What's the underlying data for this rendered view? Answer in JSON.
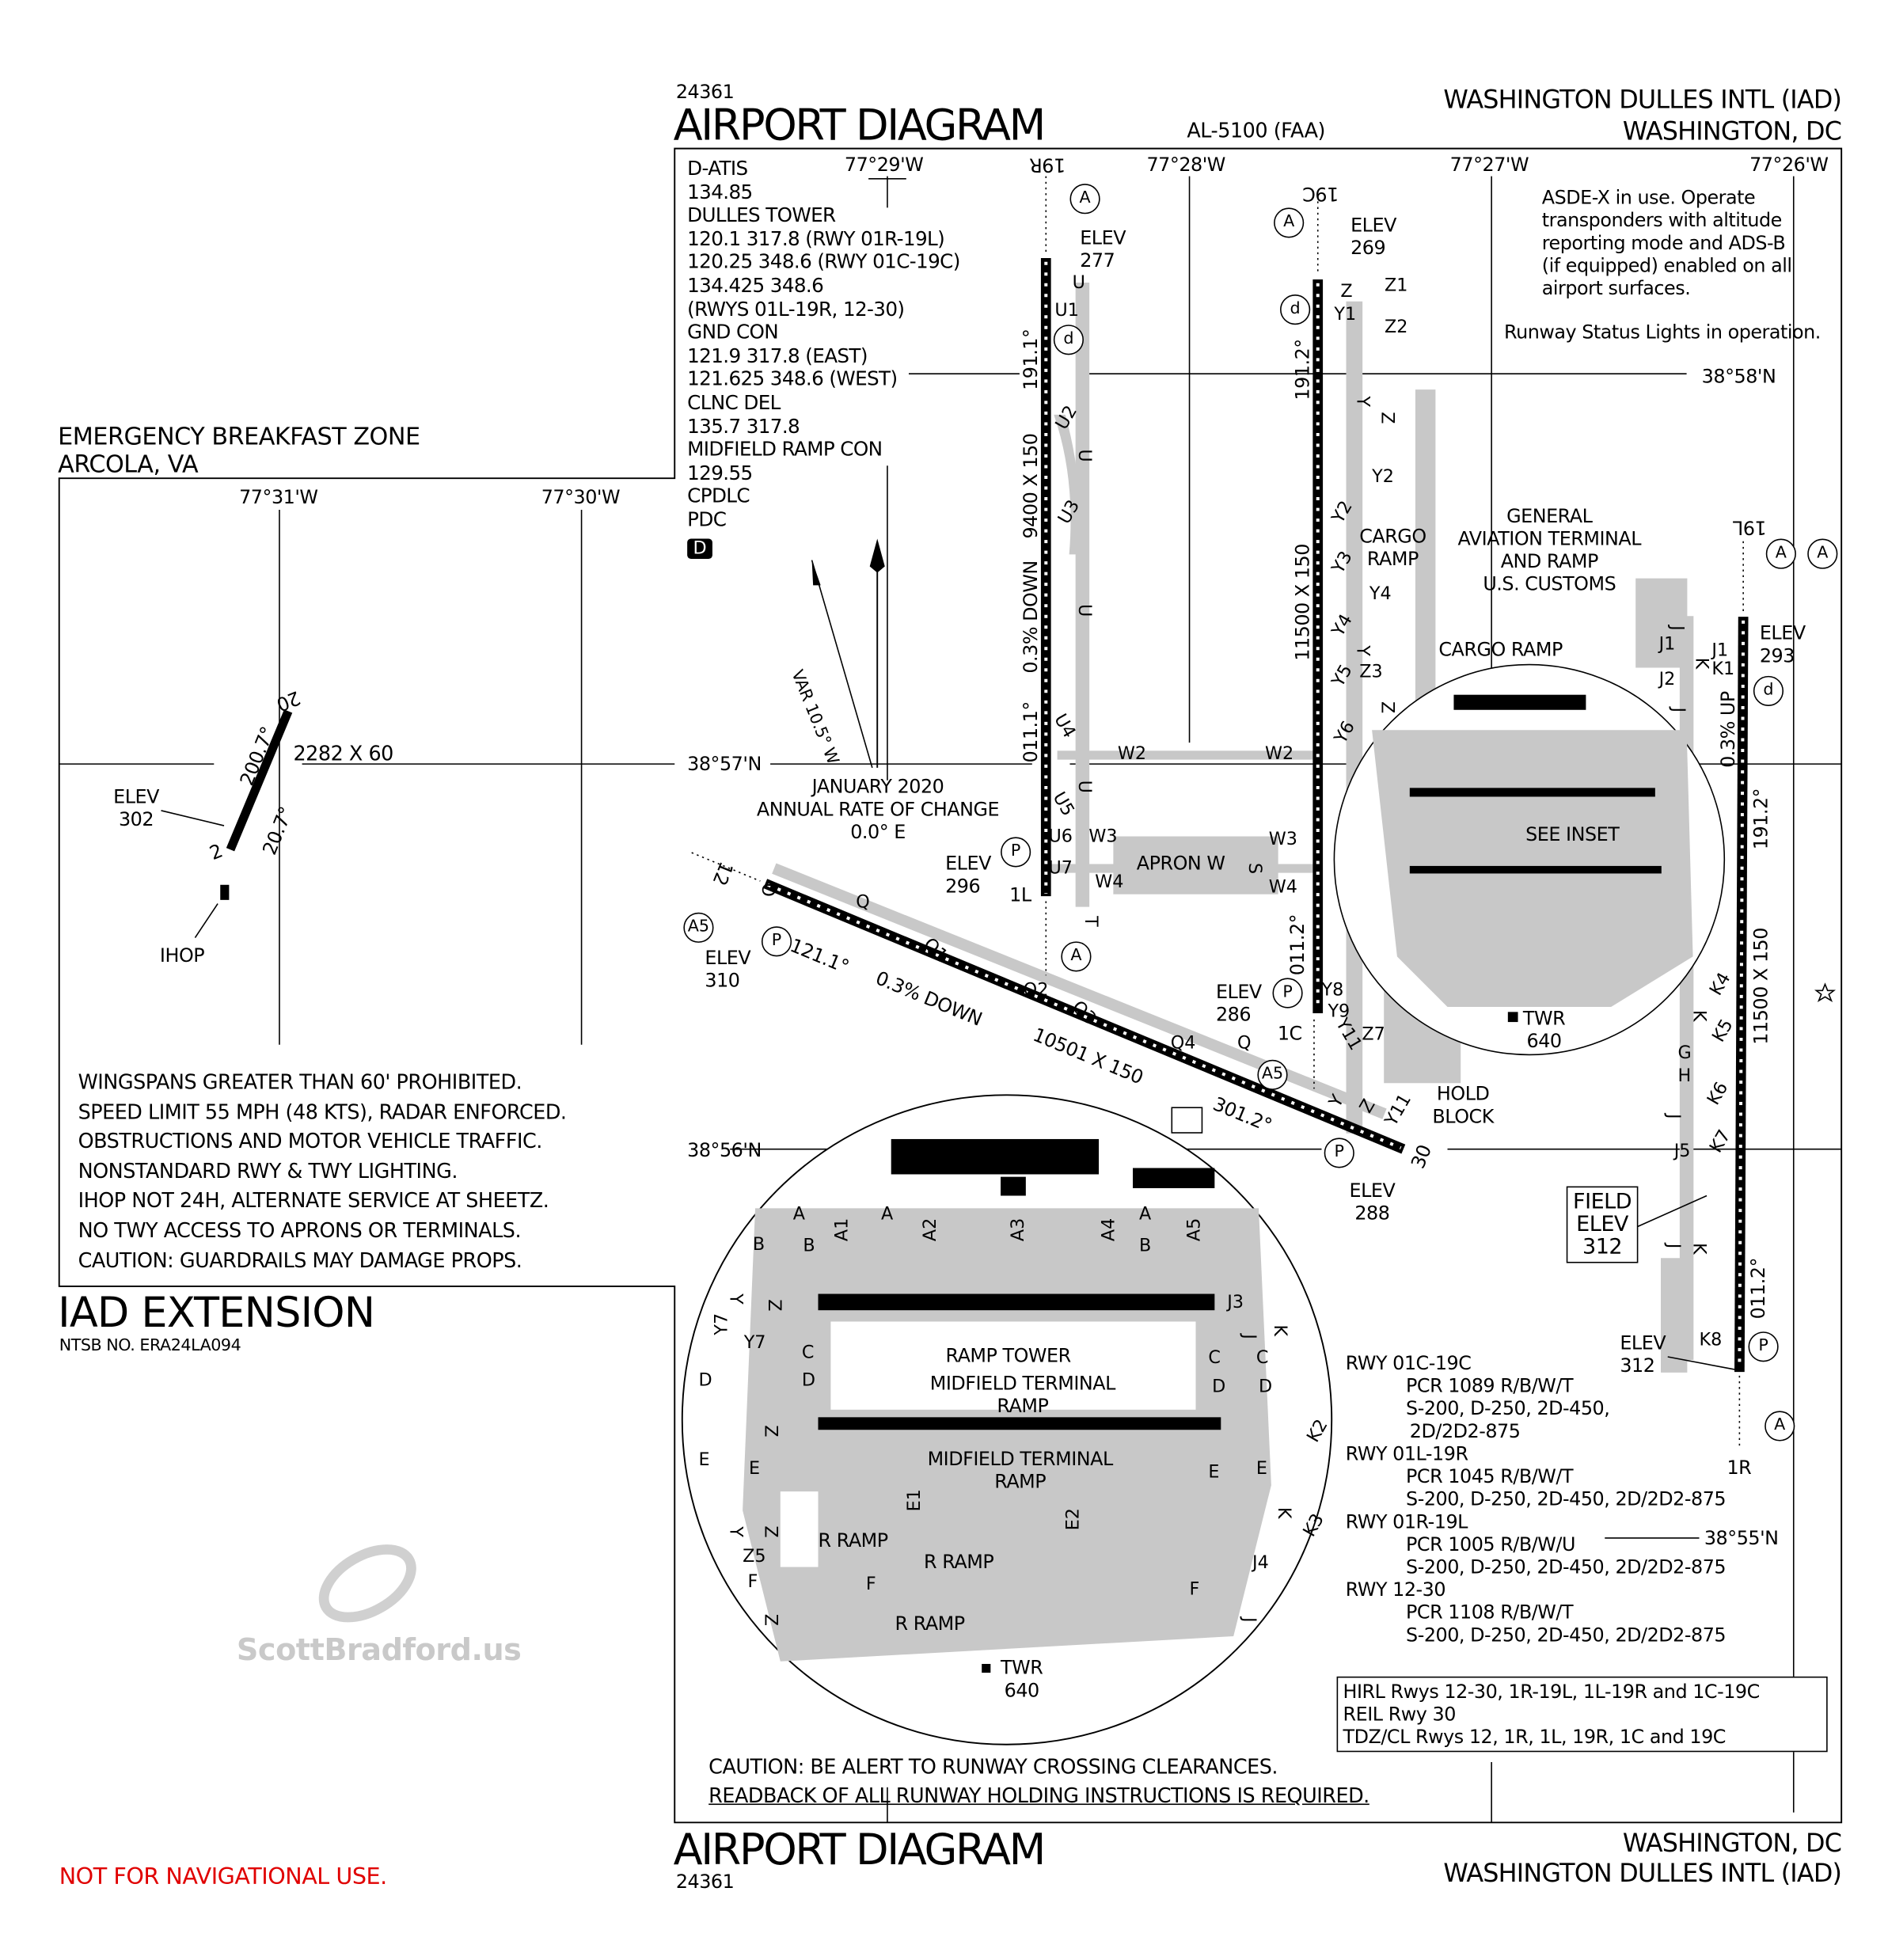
{
  "header": {
    "chart_number": "24361",
    "title": "AIRPORT DIAGRAM",
    "al_number": "AL-5100 (FAA)",
    "airport": "WASHINGTON DULLES INTL (IAD)",
    "city": "WASHINGTON, DC"
  },
  "footer": {
    "title": "AIRPORT DIAGRAM",
    "chart_number": "24361",
    "city": "WASHINGTON, DC",
    "airport": "WASHINGTON DULLES INTL (IAD)",
    "disclaimer": "NOT FOR NAVIGATIONAL USE."
  },
  "comms": [
    "D-ATIS",
    "134.85",
    "DULLES TOWER",
    "120.1  317.8 (RWY 01R-19L)",
    "120.25  348.6 (RWY 01C-19C)",
    "134.425  348.6",
    "(RWYS 01L-19R, 12-30)",
    "GND CON",
    "121.9  317.8 (EAST)",
    "121.625  348.6 (WEST)",
    "CLNC DEL",
    "135.7  317.8",
    "MIDFIELD RAMP CON",
    "129.55",
    "CPDLC",
    "PDC"
  ],
  "d_badge": "D",
  "coords": {
    "lon": [
      "77°29'W",
      "77°28'W",
      "77°27'W",
      "77°26'W"
    ],
    "lat": [
      "38°58'N",
      "38°57'N",
      "38°56'N",
      "38°55'N"
    ],
    "inset_lon": [
      "77°31'W",
      "77°30'W"
    ]
  },
  "notes": {
    "asde": [
      "ASDE-X in use. Operate",
      "transponders with altitude",
      "reporting mode and ADS-B",
      "(if equipped) enabled on all",
      "airport surfaces."
    ],
    "rsl": "Runway Status Lights in operation.",
    "caution": "CAUTION: BE ALERT TO RUNWAY CROSSING CLEARANCES.",
    "readback": "READBACK OF ALL RUNWAY HOLDING INSTRUCTIONS IS REQUIRED."
  },
  "variation": {
    "var": "VAR 10.5° W",
    "rate": [
      "JANUARY 2020",
      "ANNUAL RATE OF CHANGE",
      "0.0° E"
    ]
  },
  "runways": {
    "ends": [
      "19R",
      "1L",
      "19C",
      "1C",
      "19L",
      "1R",
      "12",
      "30"
    ],
    "r19R": {
      "hdg_s": "191.1°",
      "dims": "9400 X 150",
      "slope": "0.3% DOWN",
      "hdg_n": "011.1°"
    },
    "r19C": {
      "hdg_s": "191.2°",
      "dims": "11500 X 150",
      "hdg_n": "011.2°"
    },
    "r19L": {
      "slope": "0.3% UP",
      "hdg_s": "191.2°",
      "dims": "11500 X 150",
      "hdg_n": "011.2°"
    },
    "r12": {
      "hdg_e": "121.1°",
      "slope": "0.3% DOWN",
      "dims": "10501 X 150",
      "hdg_w": "301.2°"
    }
  },
  "elevations": {
    "elev_label": "ELEV",
    "e19R": "277",
    "e19C": "269",
    "e19L": "293",
    "e1L": "296",
    "e12": "310",
    "e1C": "286",
    "e30": "288",
    "e1R": "312",
    "field": [
      "FIELD",
      "ELEV",
      "312"
    ]
  },
  "areas": {
    "apron_w": "APRON W",
    "cargo_ramp_1": [
      "CARGO",
      "RAMP"
    ],
    "cargo_ramp_2": "CARGO RAMP",
    "ga": [
      "GENERAL",
      "AVIATION TERMINAL",
      "AND RAMP",
      "U.S. CUSTOMS"
    ],
    "see_inset": "SEE INSET",
    "twr": [
      "TWR",
      "640"
    ],
    "hold_block": [
      "HOLD",
      "BLOCK"
    ]
  },
  "inset": {
    "ramp_tower": "RAMP TOWER",
    "mid_ramp_1": [
      "MIDFIELD TERMINAL",
      "RAMP"
    ],
    "mid_ramp_2": [
      "MIDFIELD TERMINAL",
      "RAMP"
    ],
    "r_ramp": [
      "R RAMP",
      "R RAMP",
      "R RAMP"
    ],
    "twr": [
      "TWR",
      "640"
    ]
  },
  "pcr": [
    {
      "rwy": "RWY 01C-19C",
      "lines": [
        "PCR 1089 R/B/W/T",
        "S-200, D-250, 2D-450,",
        "2D/2D2-875"
      ]
    },
    {
      "rwy": "RWY 01L-19R",
      "lines": [
        "PCR 1045 R/B/W/T",
        "S-200, D-250, 2D-450, 2D/2D2-875"
      ]
    },
    {
      "rwy": "RWY 01R-19L",
      "lines": [
        "PCR 1005 R/B/W/U",
        "S-200, D-250, 2D-450, 2D/2D2-875"
      ]
    },
    {
      "rwy": "RWY 12-30",
      "lines": [
        "PCR 1108 R/B/W/T",
        "S-200, D-250, 2D-450, 2D/2D2-875"
      ]
    }
  ],
  "lighting": [
    "HIRL Rwys 12-30, 1R-19L, 1L-19R and 1C-19C",
    "REIL Rwy 30",
    "TDZ/CL Rwys 12, 1R, 1L, 19R, 1C and 19C"
  ],
  "breakfast": {
    "title": "EMERGENCY BREAKFAST ZONE",
    "location": "ARCOLA, VA",
    "rwy_end_n": "20",
    "rwy_end_s": "2",
    "hdg_s": "200.7°",
    "hdg_n": "20.7°",
    "dims": "2282 X 60",
    "elev": [
      "ELEV",
      "302"
    ],
    "ihop": "IHOP",
    "notes": [
      "WINGSPANS GREATER THAN 60' PROHIBITED.",
      "SPEED LIMIT 55 MPH (48 KTS), RADAR ENFORCED.",
      "OBSTRUCTIONS AND MOTOR VEHICLE TRAFFIC.",
      "NONSTANDARD RWY & TWY LIGHTING.",
      "IHOP NOT 24H, ALTERNATE SERVICE AT SHEETZ.",
      "NO TWY ACCESS TO APRONS OR TERMINALS.",
      "CAUTION: GUARDRAILS MAY DAMAGE PROPS."
    ],
    "ext_title": "IAD EXTENSION",
    "ntsb": "NTSB NO. ERA24LA094"
  },
  "watermark": "ScottBradford.us",
  "hotspot_symbols": [
    "A",
    "d",
    "A",
    "d",
    "P",
    "A",
    "A5",
    "P",
    "A",
    "P",
    "A5",
    "P",
    "A",
    "d",
    "P",
    "A"
  ],
  "taxiway_labels": [
    "U",
    "U1",
    "U2",
    "U",
    "U3",
    "U",
    "U4",
    "U",
    "U5",
    "U6",
    "U7",
    "W3",
    "W4",
    "W2",
    "W2",
    "W3",
    "W4",
    "S",
    "T",
    "Z",
    "Y1",
    "Z1",
    "Z2",
    "Y",
    "Z",
    "Y2",
    "Y2",
    "Y3",
    "Y4",
    "Y4",
    "Y",
    "Z3",
    "Y5",
    "Z",
    "Y6",
    "Y8",
    "Y9",
    "Y11",
    "Z7",
    "Y11",
    "Z",
    "Y",
    "Q",
    "Q1",
    "Q2",
    "Q3",
    "Q4",
    "Q",
    "O",
    "J",
    "J1",
    "J1",
    "K",
    "K1",
    "J2",
    "J",
    "K4",
    "K",
    "K5",
    "G",
    "H",
    "K6",
    "J",
    "K7",
    "J5",
    "J",
    "K",
    "K8",
    "A",
    "A",
    "A1",
    "A2",
    "A3",
    "A4",
    "A",
    "A5",
    "B",
    "B",
    "B",
    "Y",
    "Z",
    "Y7",
    "Y7",
    "C",
    "D",
    "C",
    "C",
    "D",
    "D",
    "J3",
    "J",
    "K",
    "D",
    "Z",
    "E",
    "E",
    "E1",
    "E2",
    "E",
    "E",
    "K2",
    "K",
    "K3",
    "Y",
    "Z",
    "Z5",
    "F",
    "F",
    "F",
    "J4",
    "J",
    "Z"
  ],
  "colors": {
    "pavement": "#c8c8c8",
    "ink": "#000000",
    "disclaimer": "#e00000",
    "watermark": "#c9c9c9"
  }
}
